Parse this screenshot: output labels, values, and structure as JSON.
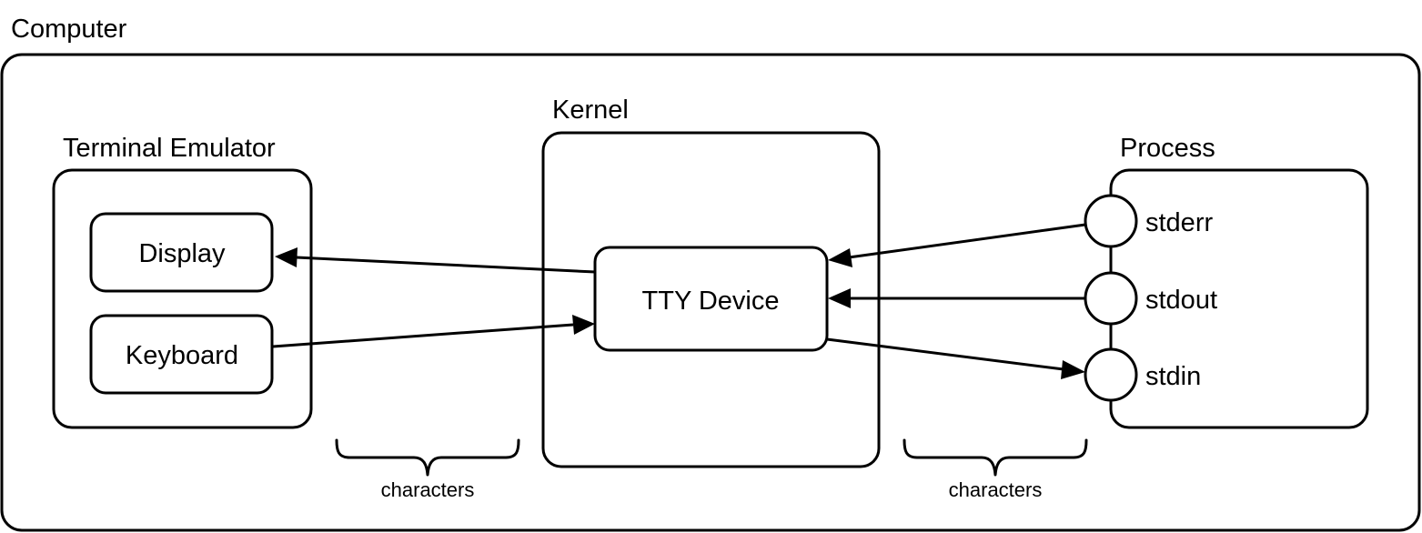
{
  "computer": {
    "label": "Computer"
  },
  "terminal_emulator": {
    "label": "Terminal Emulator",
    "display_label": "Display",
    "keyboard_label": "Keyboard"
  },
  "kernel": {
    "label": "Kernel",
    "tty_label": "TTY Device"
  },
  "process": {
    "label": "Process",
    "ports": [
      "stderr",
      "stdout",
      "stdin"
    ]
  },
  "braces": {
    "left_label": "characters",
    "right_label": "characters"
  },
  "colors": {
    "stroke": "#000000",
    "fill": "#ffffff"
  }
}
